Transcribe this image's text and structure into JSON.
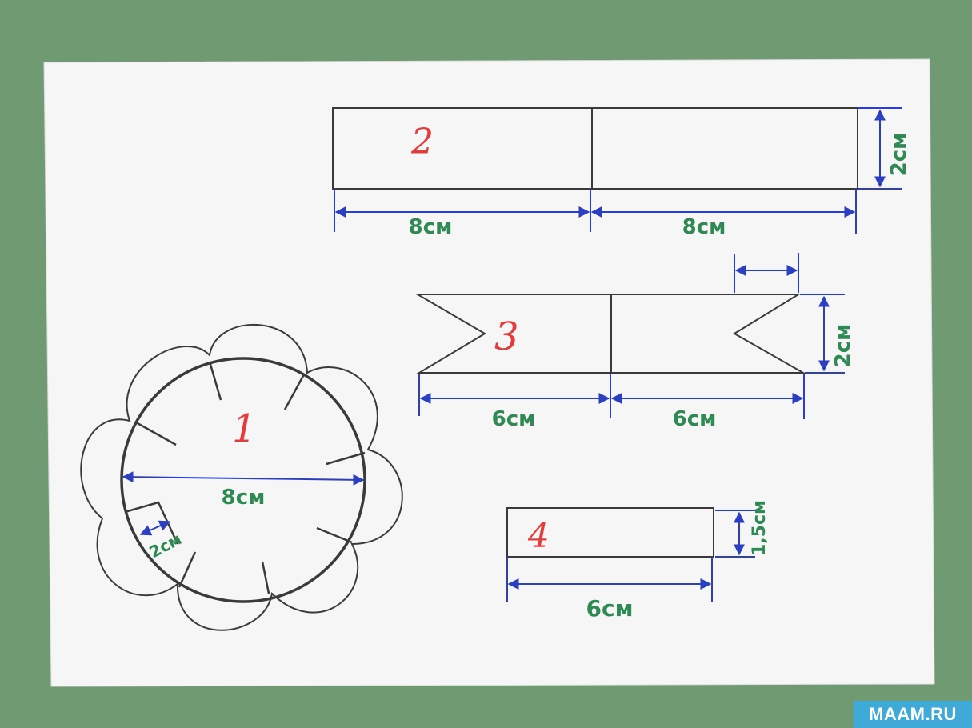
{
  "colors": {
    "background": "#6f9a72",
    "paper": "#f6f6f7",
    "outline": "#3a3a3a",
    "dimension": "#2b3fbf",
    "measure_text": "#2e8a52",
    "part_number": "#e23c3c",
    "watermark_bg": "#3fa9d8"
  },
  "part1": {
    "number": "1",
    "diameter_label": "8см",
    "tab_label": "2см"
  },
  "part2": {
    "number": "2",
    "width_left": "8см",
    "width_right": "8см",
    "height": "2см"
  },
  "part3": {
    "number": "3",
    "width_left": "6см",
    "width_right": "6см",
    "height": "2см"
  },
  "part4": {
    "number": "4",
    "width": "6см",
    "height": "1,5см"
  },
  "watermark": "MAAM.RU"
}
